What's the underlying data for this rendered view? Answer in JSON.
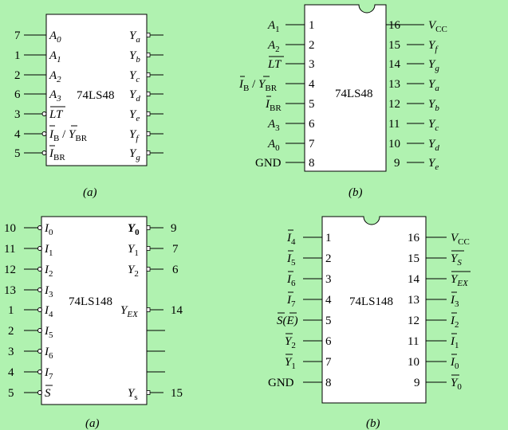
{
  "diagram_a1": {
    "chip": "74LS48",
    "caption": "(a)",
    "left_pins": [
      {
        "num": "7",
        "base": "A",
        "sub": "0",
        "overbar": false
      },
      {
        "num": "1",
        "base": "A",
        "sub": "1",
        "overbar": false
      },
      {
        "num": "2",
        "base": "A",
        "sub": "2",
        "overbar": false
      },
      {
        "num": "6",
        "base": "A",
        "sub": "3",
        "overbar": false
      },
      {
        "num": "3",
        "base": "LT",
        "sub": "",
        "overbar": true
      },
      {
        "num": "4",
        "base": "I",
        "sub": "B",
        "sep": " / ",
        "base2": "Y",
        "sub2": "BR",
        "overbar": true
      },
      {
        "num": "5",
        "base": "I",
        "sub": "BR",
        "overbar": true
      }
    ],
    "right_pins": [
      {
        "base": "Y",
        "sub": "a"
      },
      {
        "base": "Y",
        "sub": "b"
      },
      {
        "base": "Y",
        "sub": "c"
      },
      {
        "base": "Y",
        "sub": "d"
      },
      {
        "base": "Y",
        "sub": "e"
      },
      {
        "base": "Y",
        "sub": "f"
      },
      {
        "base": "Y",
        "sub": "g"
      }
    ]
  },
  "diagram_b1": {
    "chip": "74LS48",
    "caption": "(b)",
    "left_pins": [
      {
        "num": "1",
        "label": "A",
        "sub": "1"
      },
      {
        "num": "2",
        "label": "A",
        "sub": "2"
      },
      {
        "num": "3",
        "label": "LT",
        "sub": "",
        "overbar": true
      },
      {
        "num": "4",
        "label": "I",
        "sub": "B",
        "sep": " / ",
        "label2": "Y",
        "sub2": "BR",
        "overbar": true
      },
      {
        "num": "5",
        "label": "I",
        "sub": "BR",
        "overbar": true
      },
      {
        "num": "6",
        "label": "A",
        "sub": "3"
      },
      {
        "num": "7",
        "label": "A",
        "sub": "0"
      },
      {
        "num": "8",
        "label": "GND",
        "sub": ""
      }
    ],
    "right_pins": [
      {
        "num": "16",
        "label": "V",
        "sub": "CC"
      },
      {
        "num": "15",
        "label": "Y",
        "sub": "f"
      },
      {
        "num": "14",
        "label": "Y",
        "sub": "g"
      },
      {
        "num": "13",
        "label": "Y",
        "sub": "a"
      },
      {
        "num": "12",
        "label": "Y",
        "sub": "b"
      },
      {
        "num": "11",
        "label": "Y",
        "sub": "c"
      },
      {
        "num": "10",
        "label": "Y",
        "sub": "d"
      },
      {
        "num": "9",
        "label": "Y",
        "sub": "e"
      }
    ]
  },
  "diagram_a2": {
    "chip": "74LS148",
    "caption": "(a)",
    "left_pins": [
      {
        "num": "10",
        "base": "I",
        "sub": "0"
      },
      {
        "num": "11",
        "base": "I",
        "sub": "1"
      },
      {
        "num": "12",
        "base": "I",
        "sub": "2"
      },
      {
        "num": "13",
        "base": "I",
        "sub": "3"
      },
      {
        "num": "1",
        "base": "I",
        "sub": "4"
      },
      {
        "num": "2",
        "base": "I",
        "sub": "5"
      },
      {
        "num": "3",
        "base": "I",
        "sub": "6"
      },
      {
        "num": "4",
        "base": "I",
        "sub": "7"
      },
      {
        "num": "5",
        "base": "S",
        "sub": "",
        "overbar": true
      }
    ],
    "right_pins": [
      {
        "num": "9",
        "base": "Y",
        "sub": "0"
      },
      {
        "num": "7",
        "base": "Y",
        "sub": "1"
      },
      {
        "num": "6",
        "base": "Y",
        "sub": "2"
      },
      {
        "num": "14",
        "base": "Y",
        "sub": "EX"
      },
      {
        "num": "15",
        "base": "Y",
        "sub": "s"
      }
    ]
  },
  "diagram_b2": {
    "chip": "74LS148",
    "caption": "(b)",
    "left_pins": [
      {
        "num": "1",
        "label": "I",
        "sub": "4",
        "overbar": true
      },
      {
        "num": "2",
        "label": "I",
        "sub": "5",
        "overbar": true
      },
      {
        "num": "3",
        "label": "I",
        "sub": "6",
        "overbar": true
      },
      {
        "num": "4",
        "label": "I",
        "sub": "7",
        "overbar": true
      },
      {
        "num": "5",
        "label": "S",
        "sub": "",
        "extra": "(E)",
        "overbar": true
      },
      {
        "num": "6",
        "label": "Y",
        "sub": "2",
        "overbar": true
      },
      {
        "num": "7",
        "label": "Y",
        "sub": "1",
        "overbar": true
      },
      {
        "num": "8",
        "label": "GND",
        "sub": ""
      }
    ],
    "right_pins": [
      {
        "num": "16",
        "label": "V",
        "sub": "CC"
      },
      {
        "num": "15",
        "label": "Y",
        "sub": "S",
        "overbar": true
      },
      {
        "num": "14",
        "label": "Y",
        "sub": "EX",
        "overbar": true
      },
      {
        "num": "13",
        "label": "I",
        "sub": "3",
        "overbar": true
      },
      {
        "num": "12",
        "label": "I",
        "sub": "2",
        "overbar": true
      },
      {
        "num": "11",
        "label": "I",
        "sub": "1",
        "overbar": true
      },
      {
        "num": "10",
        "label": "I",
        "sub": "0",
        "overbar": true
      },
      {
        "num": "9",
        "label": "Y",
        "sub": "0",
        "overbar": true
      }
    ]
  }
}
